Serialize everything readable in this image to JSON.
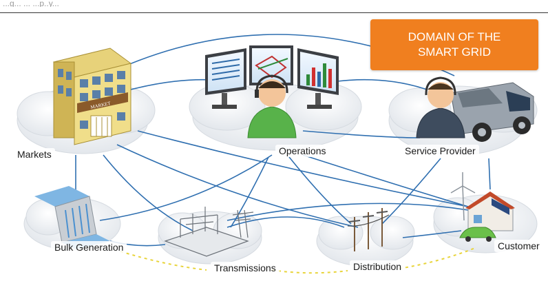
{
  "title_box": {
    "line1": "DOMAIN OF THE",
    "line2": "SMART GRID",
    "color": "#f07f1f"
  },
  "header_cutoff_text": "...g... ... ...p..y...",
  "nodes": {
    "markets": "Markets",
    "operations": "Operations",
    "service_provider": "Service Provider",
    "bulk_generation": "Bulk Generation",
    "transmissions": "Transmissions",
    "distribution": "Distribution",
    "customer": "Customer"
  },
  "building_sign": "MARKET",
  "colors": {
    "link": "#2f6fb0",
    "dashed": "#e8d43a",
    "cloud": "#eef1f4"
  }
}
